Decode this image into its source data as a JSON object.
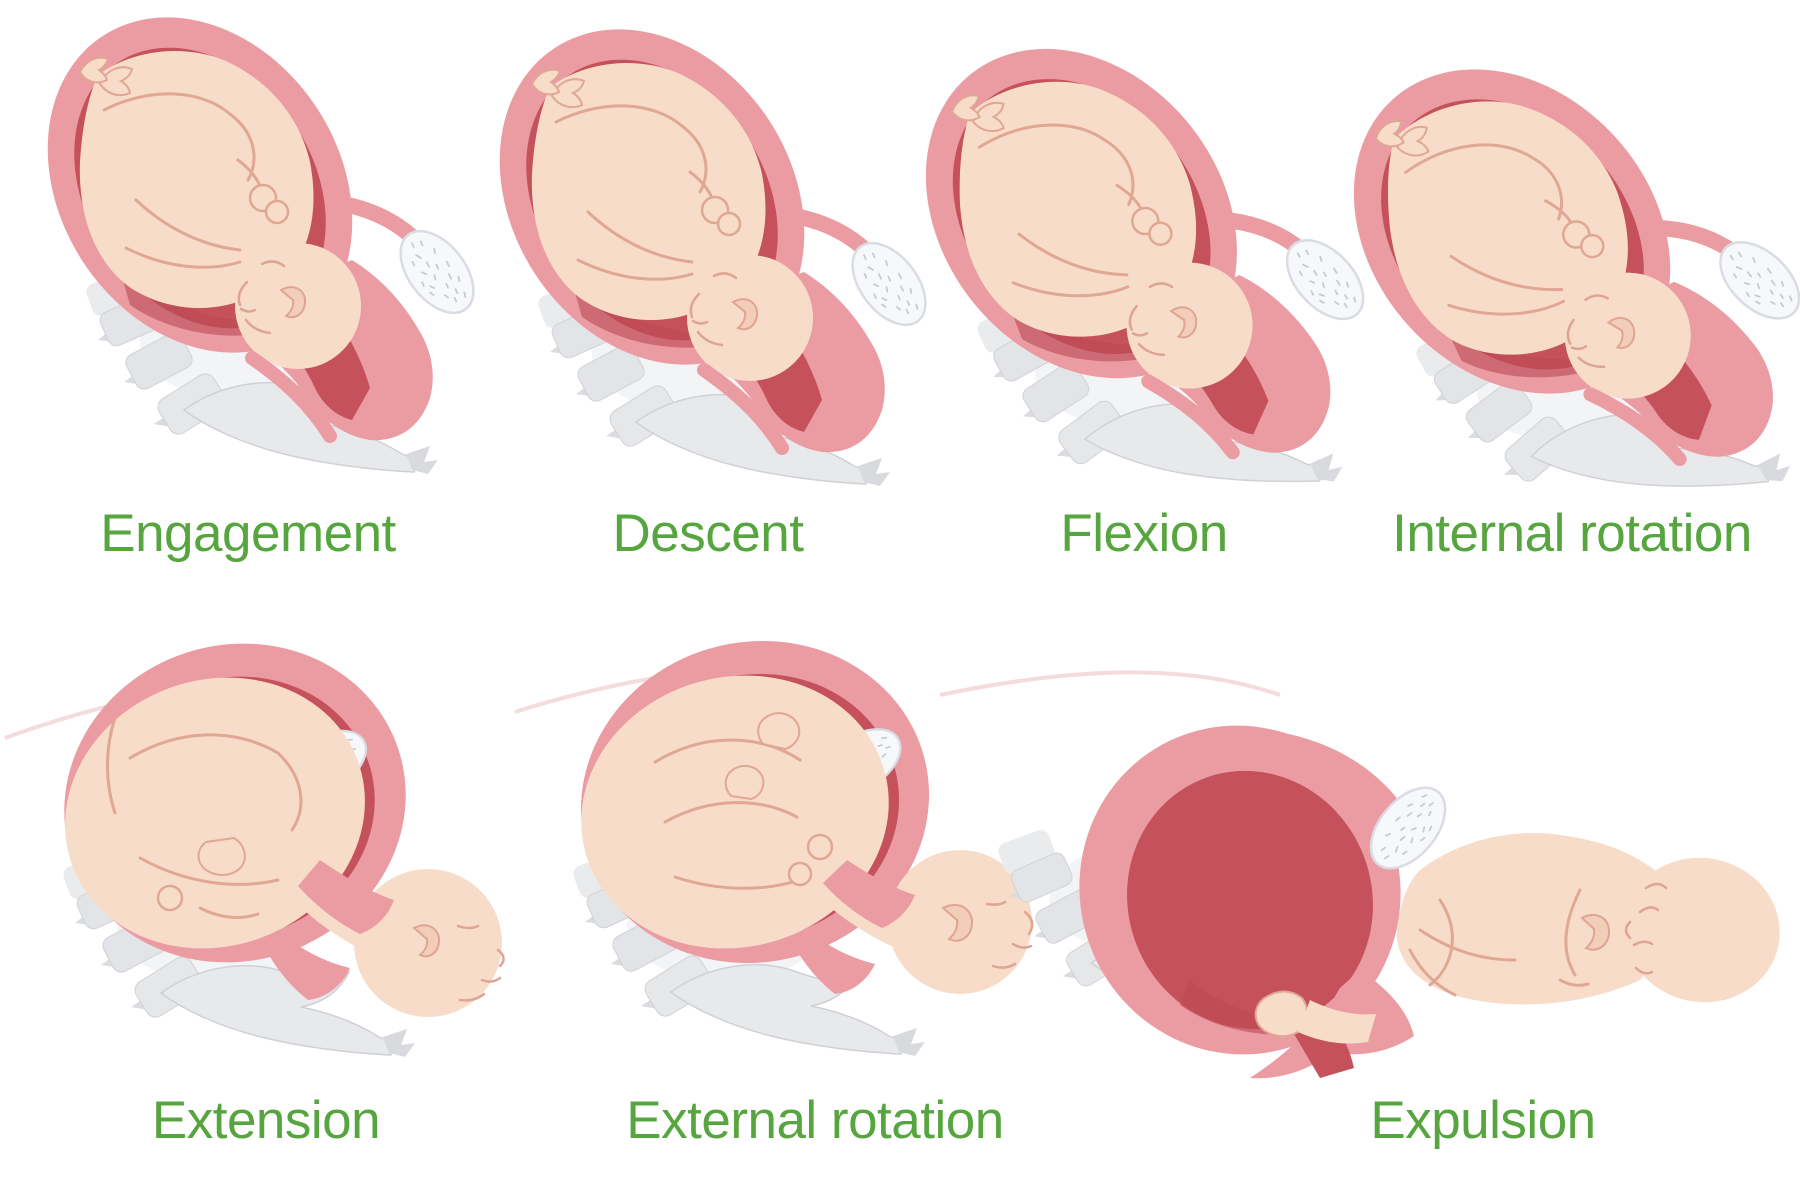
{
  "diagram": {
    "stages": [
      {
        "id": "engagement",
        "label": "Engagement",
        "figure": "fetus-in-uterus-illustration"
      },
      {
        "id": "descent",
        "label": "Descent",
        "figure": "fetus-in-uterus-illustration"
      },
      {
        "id": "flexion",
        "label": "Flexion",
        "figure": "fetus-in-uterus-illustration"
      },
      {
        "id": "internal-rotation",
        "label": "Internal rotation",
        "figure": "fetus-in-uterus-illustration"
      },
      {
        "id": "extension",
        "label": "Extension",
        "figure": "head-crowning-illustration"
      },
      {
        "id": "external-rotation",
        "label": "External rotation",
        "figure": "head-crowning-rotated-illustration"
      },
      {
        "id": "expulsion",
        "label": "Expulsion",
        "figure": "newborn-delivered-illustration"
      }
    ],
    "colors": {
      "label_green": "#57a53f",
      "uterus_wall_pink": "#eb9ca3",
      "uterus_cavity_red": "#c5515c",
      "cavity_shadow_red": "#bb4954",
      "fetal_skin": "#f7ddc9",
      "skin_outline": "#e0a795",
      "bone_gray": "#e2e4e7",
      "bone_light": "#eef0f2",
      "placenta_white": "#f7f8fa",
      "placenta_speck_gray": "#c6cad4",
      "background": "#ffffff"
    }
  }
}
